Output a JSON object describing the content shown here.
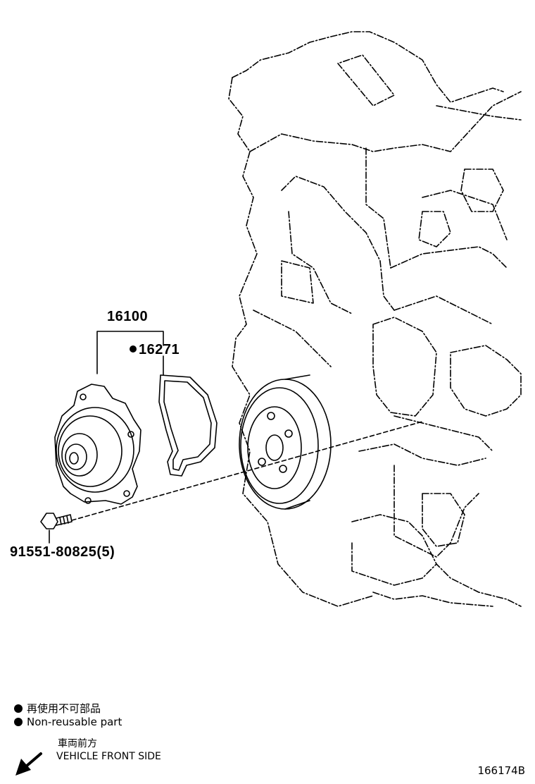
{
  "parts": {
    "water_pump": "16100",
    "gasket": "16271",
    "bolt": "91551-80825(5)"
  },
  "legend": {
    "non_reusable_jp": "再使用不可部品",
    "non_reusable_en": "Non-reusable part"
  },
  "direction": {
    "label_jp": "車両前方",
    "label_en": "VEHICLE FRONT SIDE"
  },
  "diagram_id": "166174B",
  "icons": {
    "non_reusable_marker": "filled-circle-icon",
    "front_direction": "arrow-down-left-icon"
  }
}
